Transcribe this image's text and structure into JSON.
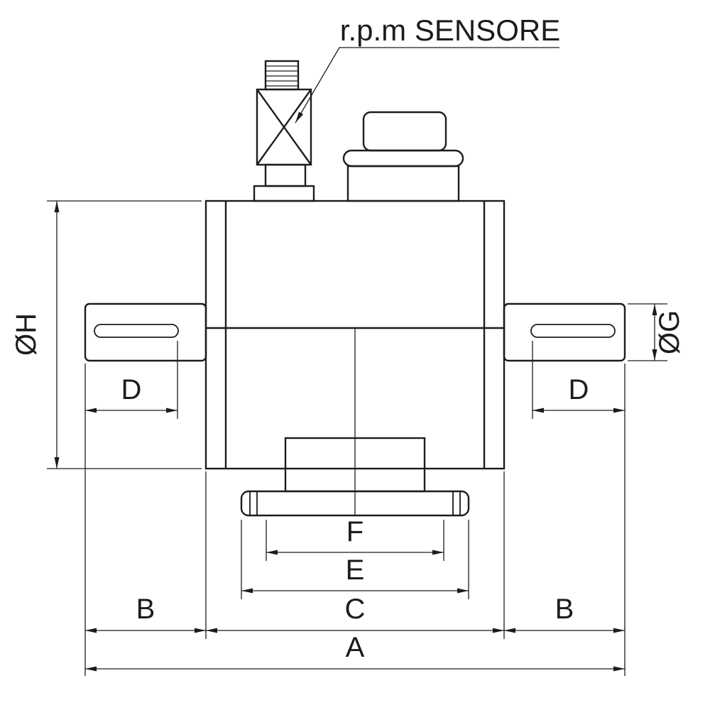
{
  "drawing": {
    "callout": "r.p.m SENSORE",
    "labels": {
      "A": "A",
      "B_left": "B",
      "B_right": "B",
      "C": "C",
      "D_left": "D",
      "D_right": "D",
      "E": "E",
      "F": "F",
      "dia_H": "ØH",
      "dia_G": "ØG"
    },
    "colors": {
      "line": "#1c1c1c",
      "background": "#ffffff"
    }
  }
}
